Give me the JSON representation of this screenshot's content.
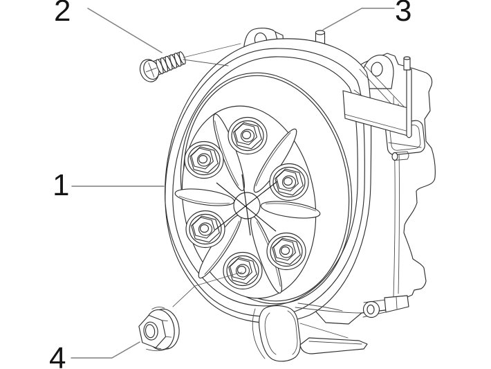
{
  "diagram": {
    "type": "exploded-parts-line-drawing",
    "subject": "engine flywheel cover assembly",
    "background_color": "#ffffff",
    "line_color": "#2f2f2f",
    "leader_line_color": "#7e7e7e",
    "callouts": [
      {
        "number": "1",
        "part": "cover"
      },
      {
        "number": "2",
        "part": "screw"
      },
      {
        "number": "3",
        "part": "pin"
      },
      {
        "number": "4",
        "part": "flange-nut"
      }
    ]
  }
}
